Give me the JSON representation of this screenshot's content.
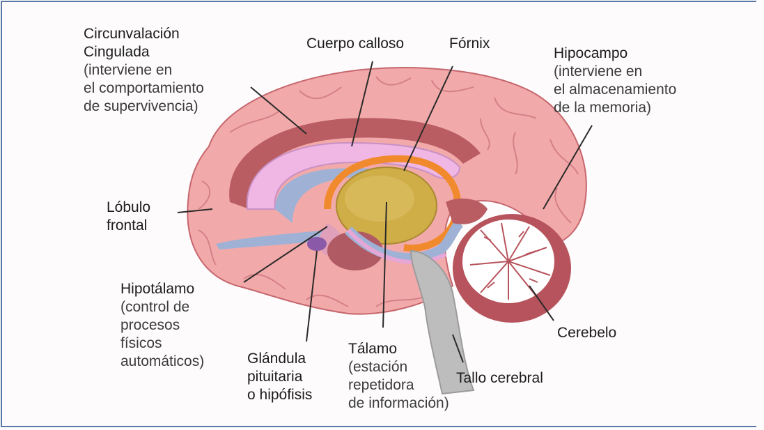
{
  "labels": {
    "cingulada": [
      "Circunvalación",
      "Cingulada",
      "(interviene en",
      "el comportamiento",
      "de supervivencia)"
    ],
    "cuerpo_calloso": [
      "Cuerpo calloso"
    ],
    "fornix": [
      "Fórnix"
    ],
    "hipocampo": [
      "Hipocampo",
      "(interviene en",
      "el almacenamiento",
      "de la memoria)"
    ],
    "lobulo_frontal": [
      "Lóbulo",
      "frontal"
    ],
    "hipotalamo": [
      "Hipotálamo",
      "(control de",
      "procesos",
      "físicos",
      "automáticos)"
    ],
    "glandula": [
      "Glándula",
      "pituitaria",
      "o hipófisis"
    ],
    "talamo": [
      "Tálamo",
      "(estación",
      "repetidora",
      "de información)"
    ],
    "tallo": [
      "Tallo cerebral"
    ],
    "cerebelo": [
      "Cerebelo"
    ]
  },
  "colors": {
    "cortex": "#f2a9a9",
    "cortex_dark": "#d77f86",
    "cingulate": "#b95d63",
    "callosum": "#f0b7e4",
    "fornix": "#f08a2c",
    "thalamus": "#cfae48",
    "ventricle": "#9fb2d6",
    "cerebellum": "#b7535c",
    "brainstem": "#bdbdbd",
    "border": "#5b79a8"
  }
}
